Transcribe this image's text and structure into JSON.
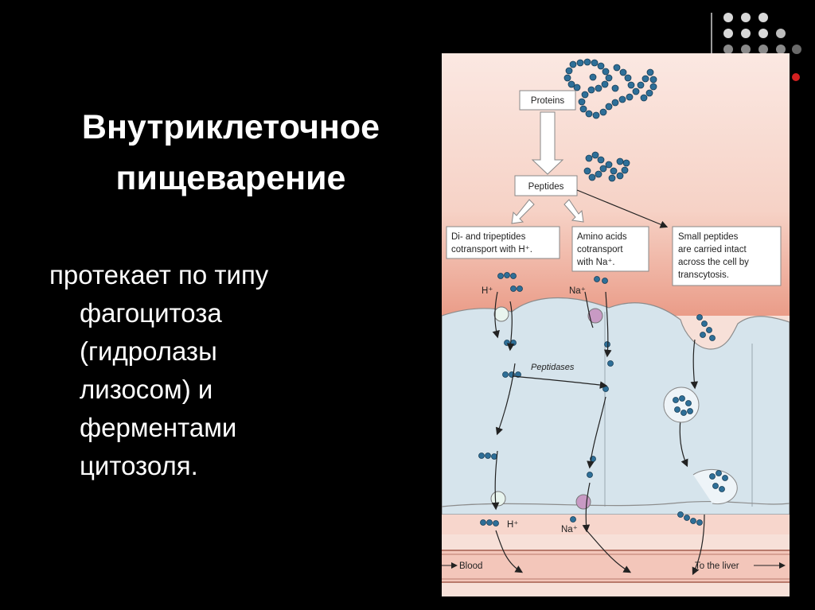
{
  "slide": {
    "title_line1": "Внутриклеточное",
    "title_line2": "пищеварение",
    "body_first": "протекает по типу",
    "body_lines": [
      "фагоцитоза",
      "(гидролазы",
      "лизосом) и",
      "ферментами",
      "цитозоля."
    ]
  },
  "figure": {
    "proteins": "Proteins",
    "peptides": "Peptides",
    "box1": [
      "Di- and tripeptides",
      "cotransport with H⁺."
    ],
    "box2": [
      "Amino acids",
      "cotransport",
      "with Na⁺."
    ],
    "box3": [
      "Small peptides",
      "are carried intact",
      "across the cell by",
      "transcytosis."
    ],
    "peptidases": "Peptidases",
    "h_ion": "H⁺",
    "na_ion": "Na⁺",
    "blood": "Blood",
    "liver": "To the liver"
  },
  "colors": {
    "background": "#000000",
    "lumen": "#f2c4b6",
    "cell": "#d6e4ec",
    "peptide_beads": "#2e6f98",
    "na_carrier": "#c89ac4",
    "accent_red": "#d42020"
  }
}
